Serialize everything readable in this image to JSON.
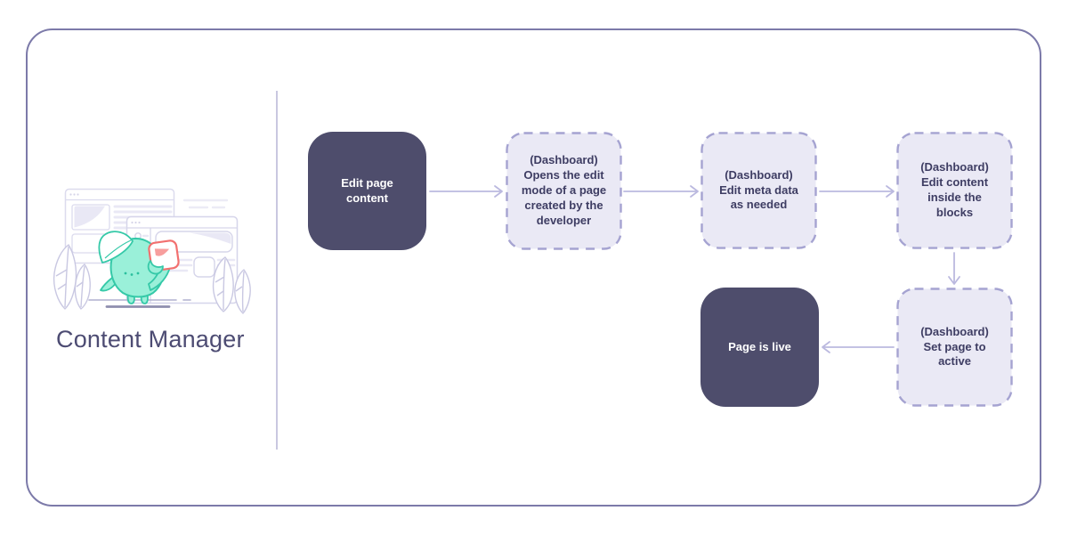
{
  "panel": {
    "title": "Content Manager",
    "illustration": "mascot-holding-card-in-front-of-browser-windows"
  },
  "flowchart": {
    "nodes": [
      {
        "id": "edit-page-content",
        "type": "solid",
        "label": "Edit page\ncontent"
      },
      {
        "id": "open-edit-mode",
        "type": "dashed",
        "label": "(Dashboard)\nOpens the edit\nmode of a page\ncreated by the\ndeveloper"
      },
      {
        "id": "edit-meta-data",
        "type": "dashed",
        "label": "(Dashboard)\nEdit meta data\nas needed"
      },
      {
        "id": "edit-content-inside-blocks",
        "type": "dashed",
        "label": "(Dashboard)\nEdit content\ninside the\nblocks"
      },
      {
        "id": "set-page-to-active",
        "type": "dashed",
        "label": "(Dashboard)\nSet page to\nactive"
      },
      {
        "id": "page-is-live",
        "type": "solid",
        "label": "Page is live"
      }
    ],
    "edges": [
      {
        "from": "edit-page-content",
        "to": "open-edit-mode",
        "direction": "right"
      },
      {
        "from": "open-edit-mode",
        "to": "edit-meta-data",
        "direction": "right"
      },
      {
        "from": "edit-meta-data",
        "to": "edit-content-inside-blocks",
        "direction": "right"
      },
      {
        "from": "edit-content-inside-blocks",
        "to": "set-page-to-active",
        "direction": "down"
      },
      {
        "from": "set-page-to-active",
        "to": "page-is-live",
        "direction": "left"
      }
    ]
  },
  "colors": {
    "frame_border": "#7c7aa9",
    "divider": "#c9c8e0",
    "solid_node_bg": "#4e4d6c",
    "solid_node_text": "#ffffff",
    "dashed_node_bg": "#eae9f5",
    "dashed_node_border": "#a5a3d1",
    "dashed_node_text": "#3e3d63",
    "arrow": "#bbb9df",
    "title_text": "#4d4c73",
    "mascot_body": "#9af0d9",
    "mascot_outline": "#35c9a8",
    "card_border": "#f2706f",
    "card_triangle": "#f79e9d",
    "window_outline": "#dcdbee",
    "plant_outline": "#c9c8e2"
  }
}
